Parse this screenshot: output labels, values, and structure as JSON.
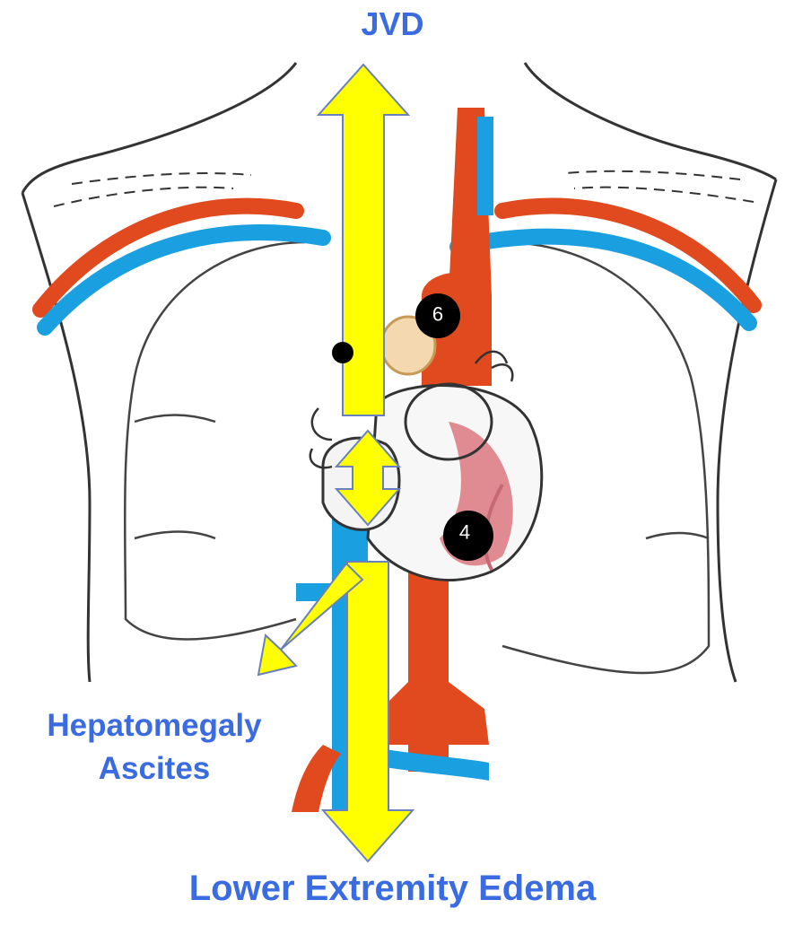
{
  "labels": {
    "top": "JVD",
    "left_line1": "Hepatomegaly",
    "left_line2": "Ascites",
    "bottom": "Lower Extremity Edema"
  },
  "badges": {
    "aorta": "6",
    "ventricle": "4"
  },
  "colors": {
    "label": "#3a6be0",
    "arrow_fill": "#ffff00",
    "arrow_stroke": "#6a7fc0",
    "vein": "#1a9fe0",
    "artery": "#e04a1e",
    "ventricle": "#e08a92",
    "badge": "#000000"
  }
}
